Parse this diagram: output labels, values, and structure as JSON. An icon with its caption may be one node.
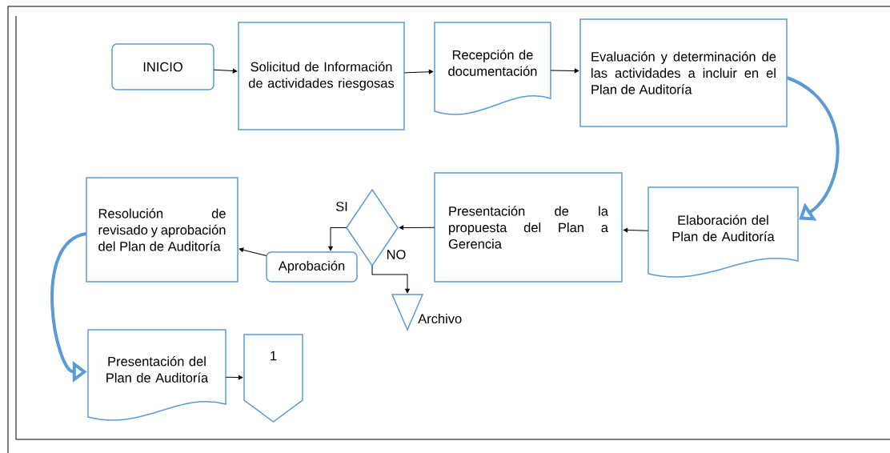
{
  "diagram": {
    "nodes": [
      {
        "text": [
          "INICIO"
        ]
      },
      {
        "text": [
          "Solicitud de Información de actividades riesgosas"
        ]
      },
      {
        "text": [
          "Recepción de documentación"
        ]
      },
      {
        "text": [
          "Evaluación y determinación de las actividades a incluir en el Plan de Auditoría"
        ]
      },
      {
        "text": [
          "Elaboración del Plan de Auditoría"
        ]
      },
      {
        "text": [
          "Presentación de la propuesta del Plan a Gerencia"
        ]
      },
      {
        "text": [],
        "shape": "diamond"
      },
      {
        "text": [
          "Aprobación"
        ]
      },
      {
        "text": [
          "Resolución de revisado y aprobación del Plan de Auditoría"
        ]
      },
      {
        "text": [],
        "shape": "triangle",
        "beside": [
          "Archivo"
        ]
      },
      {
        "text": [
          "Presentación del Plan de Auditoría"
        ]
      },
      {
        "text": [
          "1"
        ]
      }
    ],
    "edges": [
      {
        "from": 0,
        "to": 1,
        "arrow": "to"
      },
      {
        "from": 1,
        "to": 2,
        "arrow": "to"
      },
      {
        "from": 2,
        "to": 3,
        "arrow": "to"
      },
      {
        "from": 3,
        "to": 4,
        "arrow": "to",
        "style": "thick",
        "color": "#5b9bd5"
      },
      {
        "from": 4,
        "to": 5,
        "arrow": "to"
      },
      {
        "from": 5,
        "to": 6,
        "arrow": "to"
      },
      {
        "from": 6,
        "to": 7,
        "arrow": "to",
        "label": "SI"
      },
      {
        "from": 6,
        "to": 9,
        "arrow": "to",
        "label": "NO"
      },
      {
        "from": 7,
        "to": 8,
        "arrow": "to"
      },
      {
        "from": 8,
        "to": 10,
        "arrow": "to",
        "style": "thick",
        "color": "#5b9bd5"
      },
      {
        "from": 10,
        "to": 11,
        "arrow": "to"
      }
    ]
  }
}
